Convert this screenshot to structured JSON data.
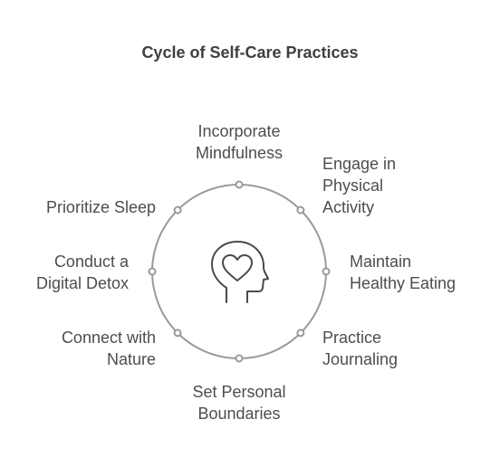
{
  "title": "Cycle of Self-Care Practices",
  "center_icon": "head-heart-icon",
  "colors": {
    "ring": "#9a9a9a",
    "icon": "#4a4a4a",
    "text": "#4d4d4d",
    "title": "#3f3f3f"
  },
  "practices": [
    {
      "label": "Incorporate\nMindfulness"
    },
    {
      "label": "Engage in\nPhysical\nActivity"
    },
    {
      "label": "Maintain\nHealthy Eating"
    },
    {
      "label": "Practice\nJournaling"
    },
    {
      "label": "Set Personal\nBoundaries"
    },
    {
      "label": "Connect with\nNature"
    },
    {
      "label": "Conduct a\nDigital Detox"
    },
    {
      "label": "Prioritize Sleep"
    }
  ]
}
